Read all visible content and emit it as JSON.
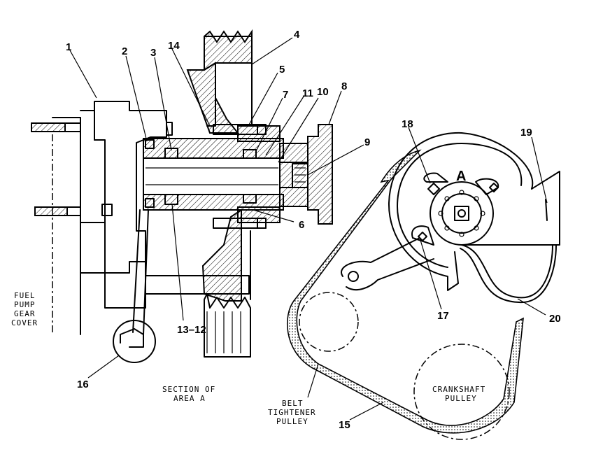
{
  "callouts": {
    "c1": "1",
    "c2": "2",
    "c3": "3",
    "c4": "4",
    "c5": "5",
    "c6": "6",
    "c7": "7",
    "c8": "8",
    "c9": "9",
    "c10": "10",
    "c11": "11",
    "c1312": "13–12",
    "c14": "14",
    "c15": "15",
    "c16": "16",
    "c17": "17",
    "c18": "18",
    "c19": "19",
    "c20": "20"
  },
  "labels": {
    "fuel_pump_gear_cover": [
      "FUEL",
      "PUMP",
      "GEAR",
      "COVER"
    ],
    "section_of_area": [
      "SECTION OF",
      "AREA A"
    ],
    "belt_tightener_pulley": [
      "BELT",
      "TIGHTENER",
      "PULLEY"
    ],
    "crankshaft_pulley": [
      "CRANKSHAFT",
      "PULLEY"
    ],
    "area_marker": "A"
  }
}
